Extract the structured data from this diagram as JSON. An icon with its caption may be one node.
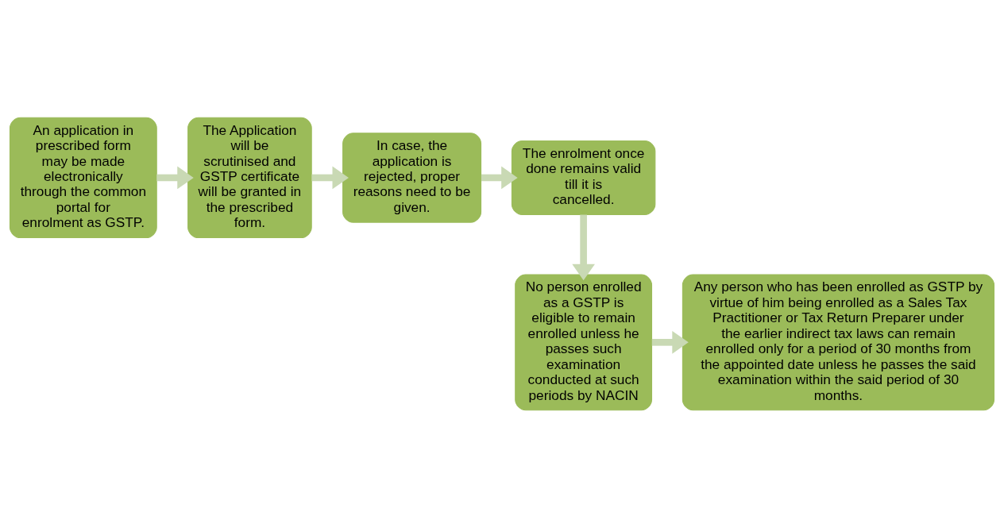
{
  "diagram": {
    "nodes": [
      {
        "text": [
          "An application in prescribed form may be made electronically through the common portal for enrolment as GSTP."
        ]
      },
      {
        "text": [
          "The Application will be scrutinised and GSTP certificate will be granted in the prescribed form."
        ]
      },
      {
        "text": [
          "In case, the application is rejected, proper reasons need to be given."
        ]
      },
      {
        "text": [
          "The enrolment once done remains valid till it is cancelled."
        ]
      },
      {
        "text": [
          "No person enrolled as a GSTP is eligible to remain enrolled unless he passes such examination conducted at such periods by NACIN"
        ]
      },
      {
        "text": [
          "Any person who has been enrolled as GSTP by virtue of him being enrolled as a Sales Tax Practitioner or Tax Return Preparer under the earlier indirect tax laws can remain enrolled only for a period of 30 months from the appointed date unless he passes the said examination within the said period of 30 months."
        ]
      }
    ],
    "edges": [
      {
        "from": 0,
        "to": 1,
        "arrow": "to"
      },
      {
        "from": 1,
        "to": 2,
        "arrow": "to"
      },
      {
        "from": 2,
        "to": 3,
        "arrow": "to"
      },
      {
        "from": 3,
        "to": 4,
        "arrow": "to"
      },
      {
        "from": 4,
        "to": 5,
        "arrow": "to"
      }
    ]
  }
}
